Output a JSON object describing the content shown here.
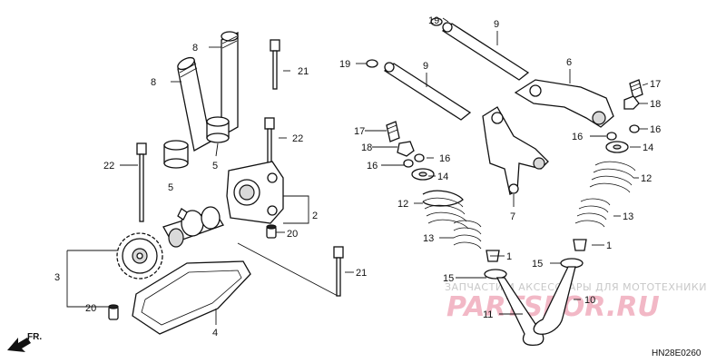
{
  "diagram": {
    "code": "HN28E0260",
    "front_marker": "FR.",
    "watermark": {
      "text": "ЗАПЧАСТИ И АКСЕССУАРЫ ДЛЯ МОТОТЕХНИКИ",
      "logo": "PARTSFOR.RU"
    },
    "callouts": {
      "c2": "2",
      "c3": "3",
      "c4": "4",
      "c5a": "5",
      "c5b": "5",
      "c6": "6",
      "c7": "7",
      "c8a": "8",
      "c8b": "8",
      "c9a": "9",
      "c9b": "9",
      "c10": "10",
      "c11": "11",
      "c12a": "12",
      "c12b": "12",
      "c13a": "13",
      "c13b": "13",
      "c14a": "14",
      "c14b": "14",
      "c15a": "15",
      "c15b": "15",
      "c16a": "16",
      "c16b": "16",
      "c16c": "16",
      "c16d": "16",
      "c17a": "17",
      "c17b": "17",
      "c18a": "18",
      "c18b": "18",
      "c19a": "19",
      "c19b": "19",
      "c20a": "20",
      "c20b": "20",
      "c21a": "21",
      "c21b": "21",
      "c22a": "22",
      "c22b": "22",
      "c1a": "1",
      "c1b": "1"
    },
    "colors": {
      "line": "#111111",
      "watermark_logo": "#f2b8c6",
      "watermark_text": "#c8c8c8"
    }
  }
}
